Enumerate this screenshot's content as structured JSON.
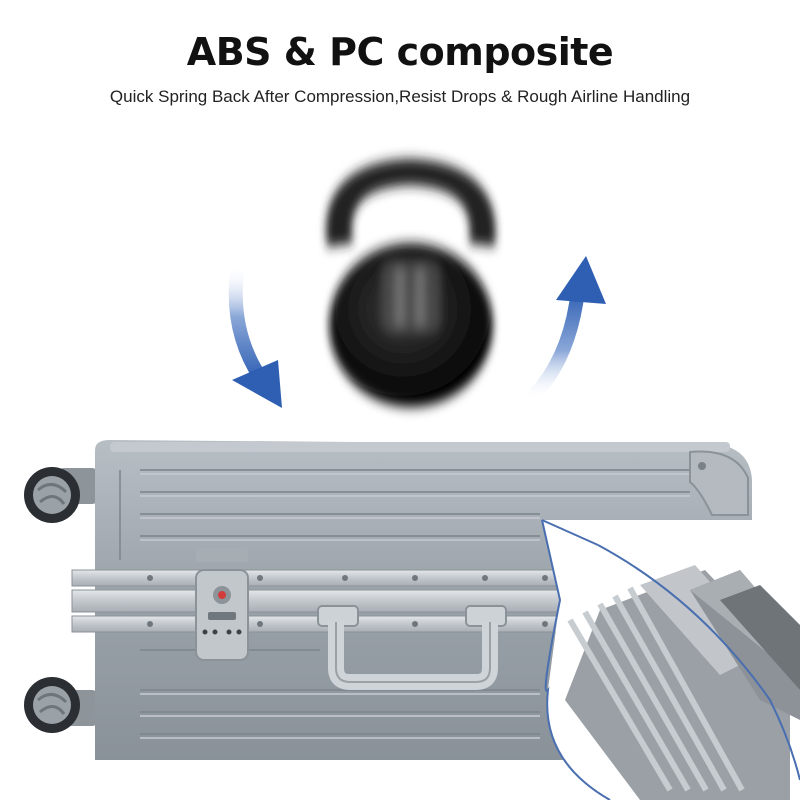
{
  "header": {
    "title": "ABS & PC composite",
    "subtitle": "Quick Spring Back After Compression,Resist Drops & Rough Airline Handling"
  },
  "colors": {
    "arrow": "#2f5fb3",
    "shell": "#9ea6ad",
    "frame": "#c9ced2",
    "kettlebell": "#111111",
    "zoom_border": "#4a6fb0"
  },
  "illustration": {
    "objects": [
      "kettlebell",
      "down-arrow",
      "up-arrow",
      "suitcase",
      "zoom-inset"
    ]
  }
}
